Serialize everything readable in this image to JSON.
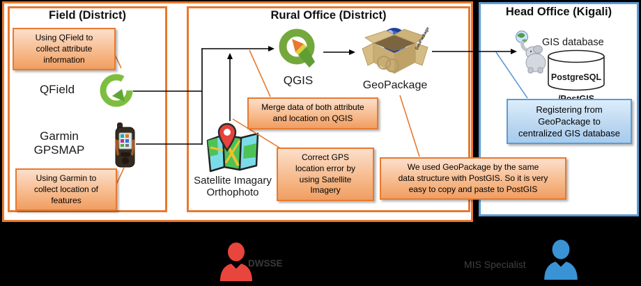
{
  "colors": {
    "district_border": "#E8792F",
    "head_border": "#5B9BD5",
    "connector": "#000000",
    "dwsse_person": "#E8453C",
    "mis_person": "#3A93D5",
    "callout_orange_fill_top": "#FCDFCB",
    "callout_orange_fill_bottom": "#F09E63",
    "callout_blue_fill_top": "#DCEDFA",
    "callout_blue_fill_bottom": "#A7CCEE"
  },
  "field": {
    "title": "Field (District)",
    "callout_top": "Using QField to\ncollect attribute\ninformation",
    "qfield_label": "QField",
    "garmin_label": "Garmin\nGPSMAP",
    "callout_bottom": "Using Garmin to\ncollect location of\nfeatures"
  },
  "rural": {
    "title": "Rural Office (District)",
    "qgis_label": "QGIS",
    "geopackage_label": "GeoPackage",
    "geopackage_flap_text": "GeoPackage",
    "satellite_label": "Satellite Imagary\nOrthophoto",
    "callout_merge": "Merge data of both attribute\nand location on QGIS",
    "callout_correct": "Correct GPS\nlocation error by\nusing Satellite\nImagery",
    "callout_share": "We used GeoPackage by the same\ndata structure with PostGIS. So it is very\neasy to copy and paste to PostGIS"
  },
  "head": {
    "title": "Head Office (Kigali)",
    "gis_db_label": "GIS database",
    "db_line1": "PostgreSQL",
    "db_line2": "/PostGIS",
    "callout_register": "Registering from\nGeoPackage to\ncentralized GIS database"
  },
  "footer": {
    "dwsse_label": "DWSSE",
    "mis_label": "MIS Specialist"
  }
}
